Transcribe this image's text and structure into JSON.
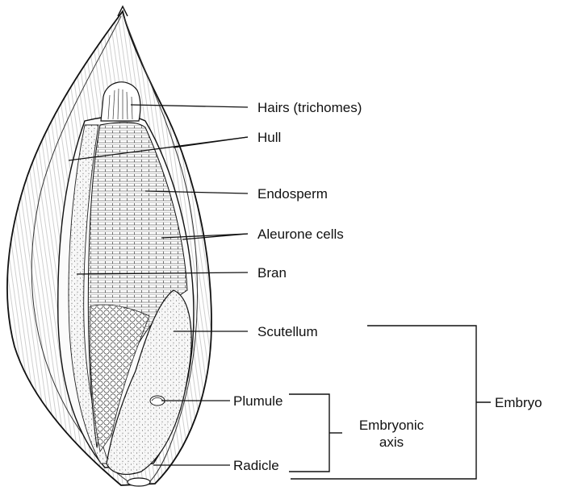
{
  "figure": {
    "labels": {
      "hairs": "Hairs (trichomes)",
      "hull": "Hull",
      "endosperm": "Endosperm",
      "aleurone": "Aleurone cells",
      "bran": "Bran",
      "scutellum": "Scutellum",
      "plumule": "Plumule",
      "radicle": "Radicle",
      "embryonic_axis_line1": "Embryonic",
      "embryonic_axis_line2": "axis",
      "embryo": "Embryo"
    },
    "colors": {
      "ink": "#111111",
      "background": "#ffffff",
      "stipple_fill": "#f4f4f4"
    }
  }
}
